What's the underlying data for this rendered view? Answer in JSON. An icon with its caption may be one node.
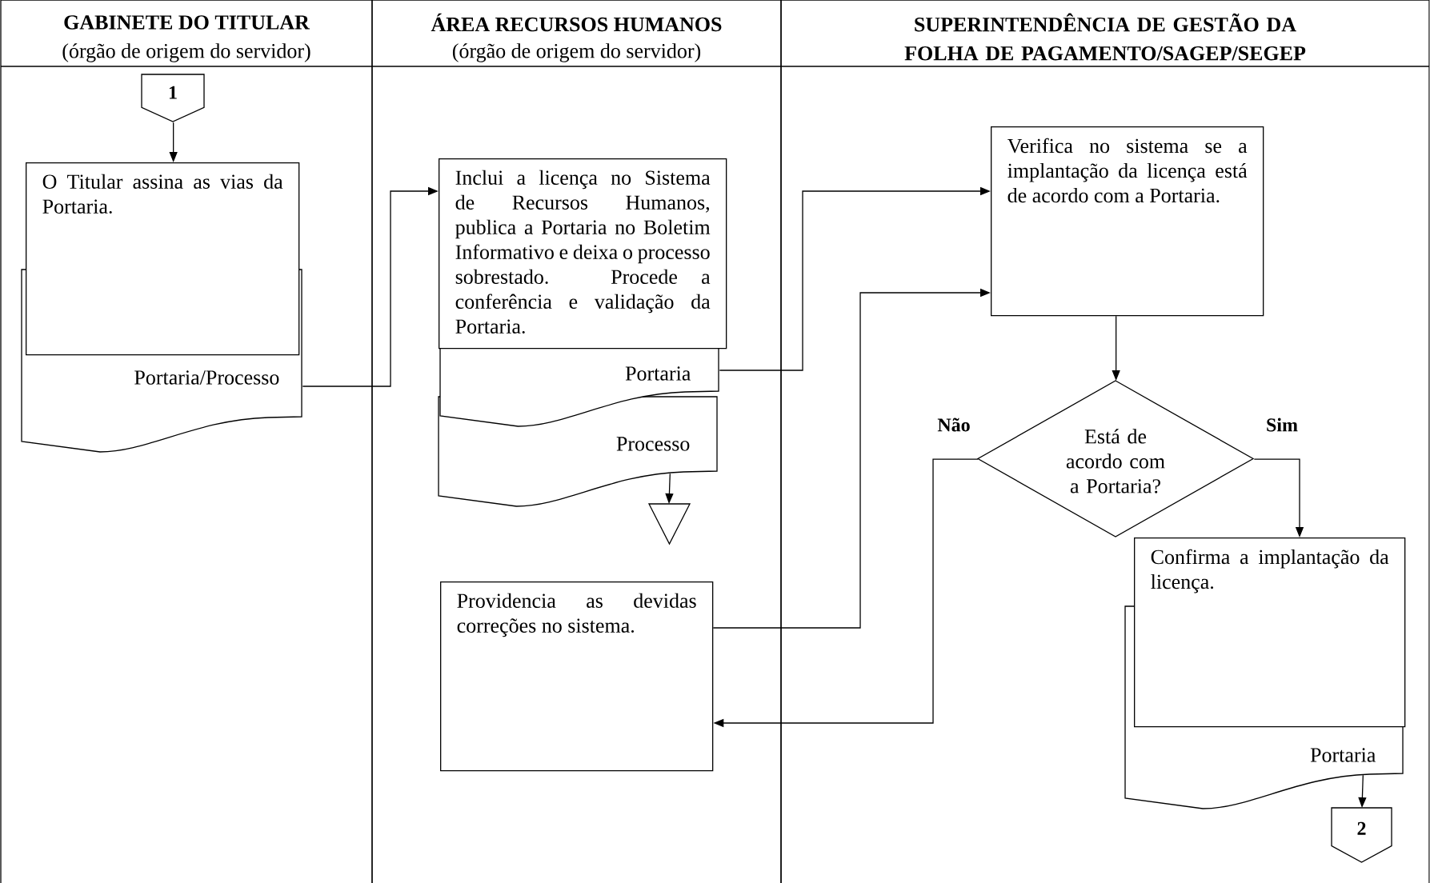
{
  "diagram": {
    "nodes": [
      {
        "text": [
          "GABINETE DO TITULAR",
          "(órgão de origem do servidor)"
        ]
      },
      {
        "text": [
          "ÁREA RECURSOS HUMANOS",
          "(órgão de origem do servidor)"
        ]
      },
      {
        "text": [
          "SUPERINTENDÊNCIA DE GESTÃO DA FOLHA DE PAGAMENTO/SAGEP/SEGEP"
        ]
      },
      {
        "text": [
          "1"
        ],
        "in": 0
      },
      {
        "text": [
          "O Titular assina as vias da Portaria."
        ],
        "in": 0
      },
      {
        "text": [
          "Portaria/Processo"
        ],
        "in": 0
      },
      {
        "text": [
          "Inclui a licença no Sistema de Recursos Humanos, publica a Portaria no Boletim Informativo e deixa o processo sobrestado. Procede a conferência e validação da Portaria."
        ],
        "in": 1
      },
      {
        "text": [
          "Portaria"
        ],
        "in": 1
      },
      {
        "text": [
          "Processo"
        ],
        "in": 1
      },
      {
        "text": [],
        "shape": "triangle",
        "in": 1
      },
      {
        "text": [
          "Verifica no sistema se a implantação da licença está de acordo com a Portaria."
        ],
        "in": 2
      },
      {
        "text": [
          "Está de acordo com a Portaria?"
        ],
        "in": 2
      },
      {
        "text": [
          "Providencia as devidas correções no sistema."
        ],
        "in": 1
      },
      {
        "text": [
          "Confirma a implantação da licença."
        ],
        "in": 2
      },
      {
        "text": [
          "Portaria"
        ],
        "in": 2
      },
      {
        "text": [
          "2"
        ],
        "in": 2
      }
    ],
    "edges": [
      {
        "from": 3,
        "to": 4,
        "arrow": "to"
      },
      {
        "from": 5,
        "to": 6,
        "arrow": "to"
      },
      {
        "from": 7,
        "to": 10,
        "arrow": "to"
      },
      {
        "from": 8,
        "to": 9,
        "arrow": "to"
      },
      {
        "from": 10,
        "to": 11,
        "arrow": "to"
      },
      {
        "from": 11,
        "to": 13,
        "arrow": "to",
        "label": "Sim"
      },
      {
        "from": 11,
        "to": 12,
        "arrow": "to",
        "label": "Não"
      },
      {
        "from": 12,
        "to": 10,
        "arrow": "to"
      },
      {
        "from": 14,
        "to": 15,
        "arrow": "to"
      }
    ]
  }
}
